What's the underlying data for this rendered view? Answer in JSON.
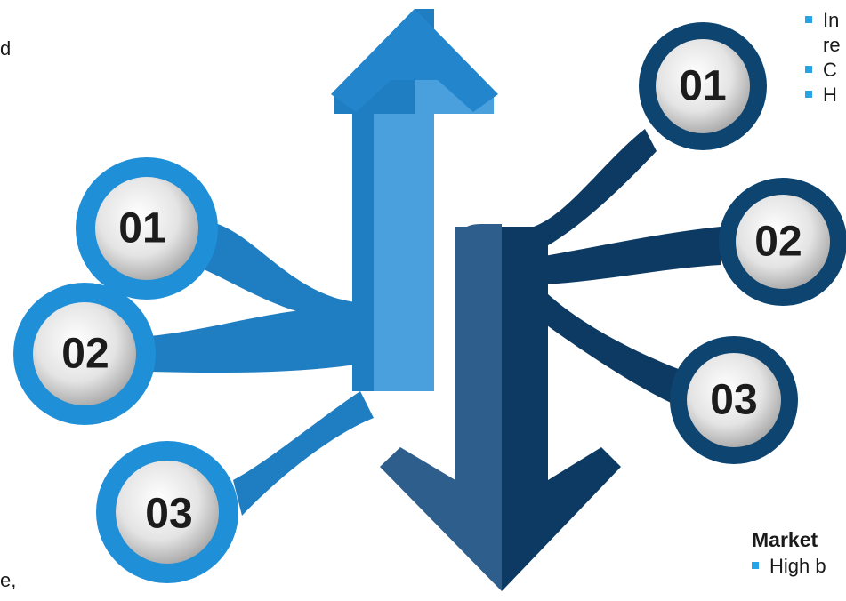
{
  "left_group": {
    "badges": [
      "01",
      "02",
      "03"
    ]
  },
  "right_group": {
    "badges": [
      "01",
      "02",
      "03"
    ]
  },
  "edge_text": {
    "left_top_fragment": "d",
    "left_bottom_line1": "e,",
    "left_bottom_line2": "",
    "right_bullets": [
      "In",
      "re",
      "C",
      "H"
    ],
    "market_heading": "Market",
    "market_bullet": "High b"
  },
  "colors": {
    "up_arrow_dark": "#1f7dc2",
    "up_arrow_light": "#4aa0dc",
    "down_arrow_left": "#2e5f8c",
    "down_arrow_right": "#0d3a63",
    "bullet_accent": "#2aa3e6"
  }
}
